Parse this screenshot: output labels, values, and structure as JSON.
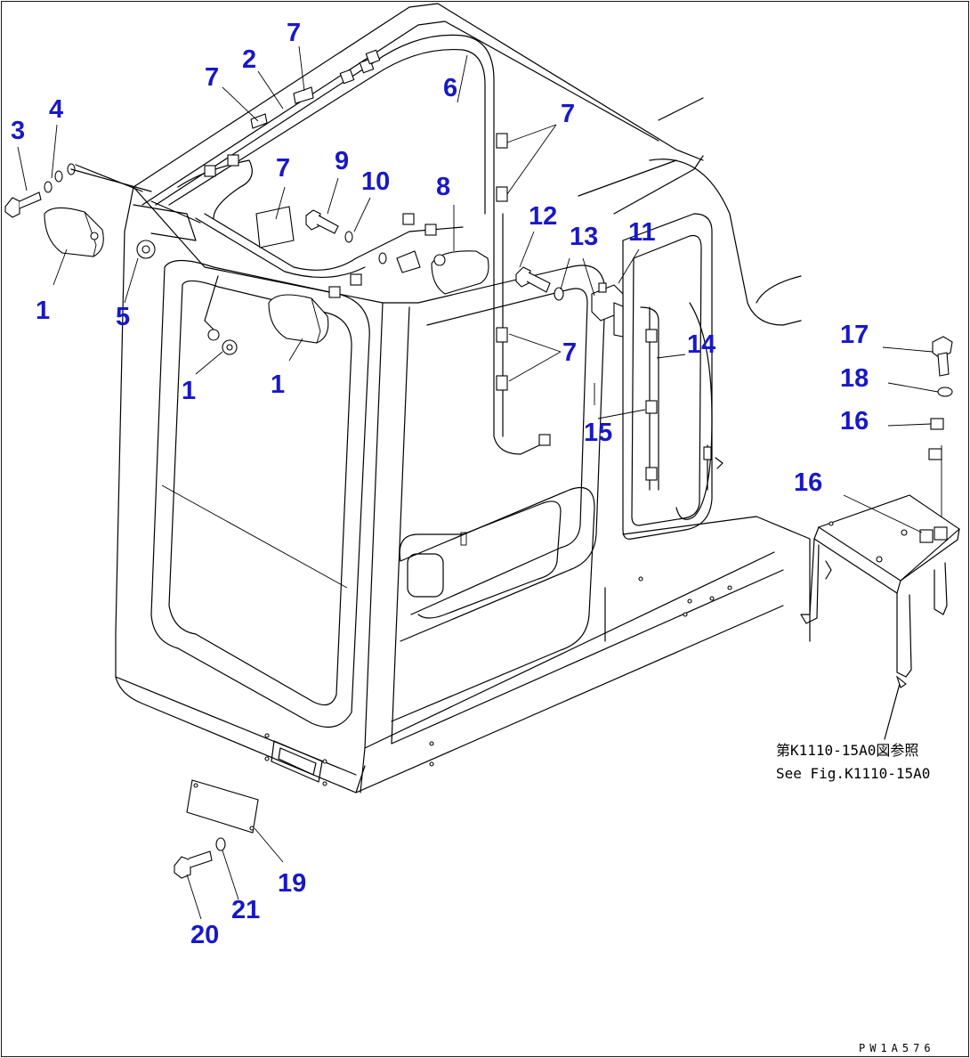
{
  "callouts": [
    {
      "id": "c1a",
      "text": "1"
    },
    {
      "id": "c1b",
      "text": "1"
    },
    {
      "id": "c1c",
      "text": "1"
    },
    {
      "id": "c2",
      "text": "2"
    },
    {
      "id": "c3",
      "text": "3"
    },
    {
      "id": "c4",
      "text": "4"
    },
    {
      "id": "c5",
      "text": "5"
    },
    {
      "id": "c6",
      "text": "6"
    },
    {
      "id": "c7a",
      "text": "7"
    },
    {
      "id": "c7b",
      "text": "7"
    },
    {
      "id": "c7c",
      "text": "7"
    },
    {
      "id": "c7d",
      "text": "7"
    },
    {
      "id": "c7e",
      "text": "7"
    },
    {
      "id": "c8",
      "text": "8"
    },
    {
      "id": "c9",
      "text": "9"
    },
    {
      "id": "c10",
      "text": "10"
    },
    {
      "id": "c11",
      "text": "11"
    },
    {
      "id": "c12",
      "text": "12"
    },
    {
      "id": "c13",
      "text": "13"
    },
    {
      "id": "c14",
      "text": "14"
    },
    {
      "id": "c15",
      "text": "15"
    },
    {
      "id": "c16a",
      "text": "16"
    },
    {
      "id": "c16b",
      "text": "16"
    },
    {
      "id": "c17",
      "text": "17"
    },
    {
      "id": "c18",
      "text": "18"
    },
    {
      "id": "c19",
      "text": "19"
    },
    {
      "id": "c20",
      "text": "20"
    },
    {
      "id": "c21",
      "text": "21"
    }
  ],
  "reference_note": {
    "line_ja": "第K1110-15A0図参照",
    "line_en": "See Fig.K1110-15A0"
  },
  "drawing_code": "PW1A576"
}
